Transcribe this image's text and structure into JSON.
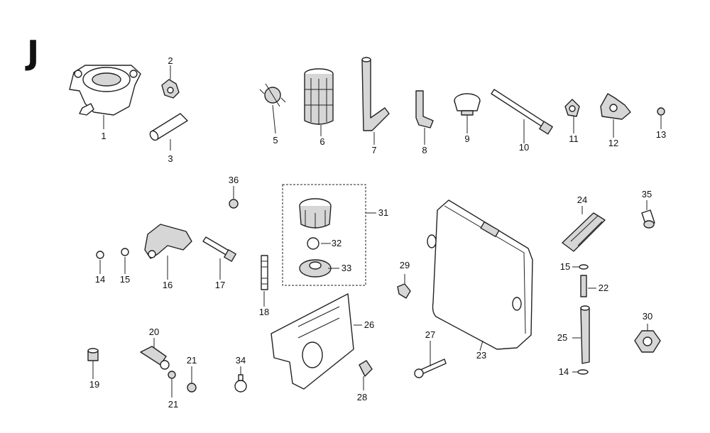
{
  "diagram": {
    "section_letter": "J",
    "callouts": [
      "1",
      "2",
      "3",
      "5",
      "6",
      "7",
      "8",
      "9",
      "10",
      "11",
      "12",
      "13",
      "36",
      "31",
      "32",
      "33",
      "24",
      "35",
      "14",
      "15",
      "16",
      "17",
      "18",
      "29",
      "15",
      "22",
      "30",
      "25",
      "26",
      "20",
      "27",
      "23",
      "19",
      "21",
      "21",
      "34",
      "28",
      "14"
    ]
  }
}
